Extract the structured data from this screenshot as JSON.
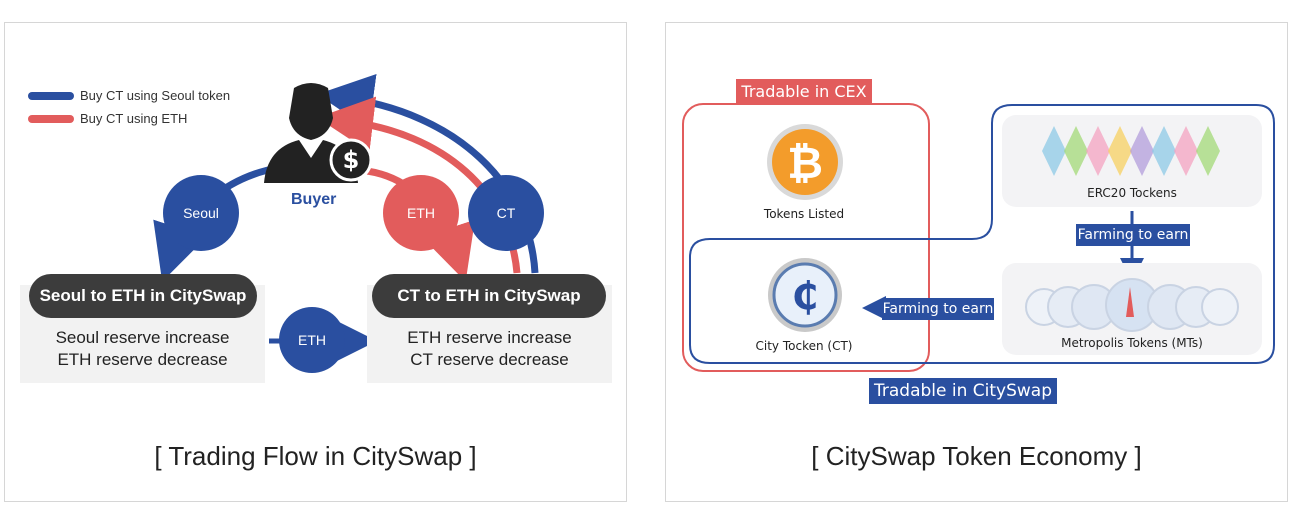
{
  "left": {
    "legend": [
      {
        "label": "Buy CT using Seoul token",
        "color": "#2a4fa0"
      },
      {
        "label": "Buy CT using ETH",
        "color": "#e25c5c"
      }
    ],
    "buyer_label": "Buyer",
    "circles": {
      "seoul": "Seoul",
      "eth_top": "ETH",
      "ct": "CT",
      "eth_mid": "ETH"
    },
    "pools": [
      {
        "title": "Seoul to ETH in CitySwap",
        "line1": "Seoul reserve increase",
        "line2": "ETH reserve decrease"
      },
      {
        "title": "CT to ETH in CitySwap",
        "line1": "ETH reserve increase",
        "line2": "CT reserve decrease"
      }
    ],
    "caption": "[ Trading Flow in CitySwap ]"
  },
  "right": {
    "tradable_cex": "Tradable in CEX",
    "tradable_cityswap": "Tradable in CitySwap",
    "tokens_listed": "Tokens Listed",
    "city_token": "City Tocken (CT)",
    "erc20": "ERC20 Tockens",
    "metropolis": "Metropolis Tokens (MTs)",
    "farming_1": "Farming to earn",
    "farming_2": "Farming to earn",
    "caption": "[ CitySwap Token Economy ]"
  },
  "colors": {
    "blue": "#2a4fa0",
    "red": "#e25c5c",
    "dark": "#3c3c3c",
    "gold": "#f39c2b"
  }
}
